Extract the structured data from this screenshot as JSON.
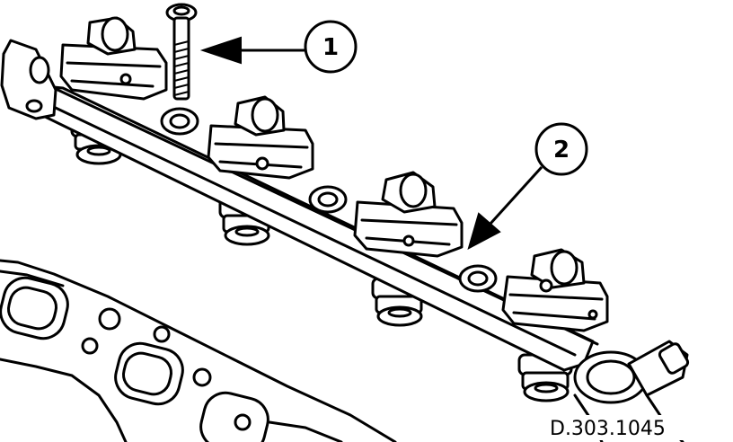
{
  "callouts": [
    {
      "label": "1"
    },
    {
      "label": "2"
    }
  ],
  "reference_code": "D.303.1045",
  "icons": [
    "fuel-rail",
    "fuel-injector",
    "retaining-clip",
    "bolt",
    "intake-manifold",
    "pressure-regulator"
  ]
}
